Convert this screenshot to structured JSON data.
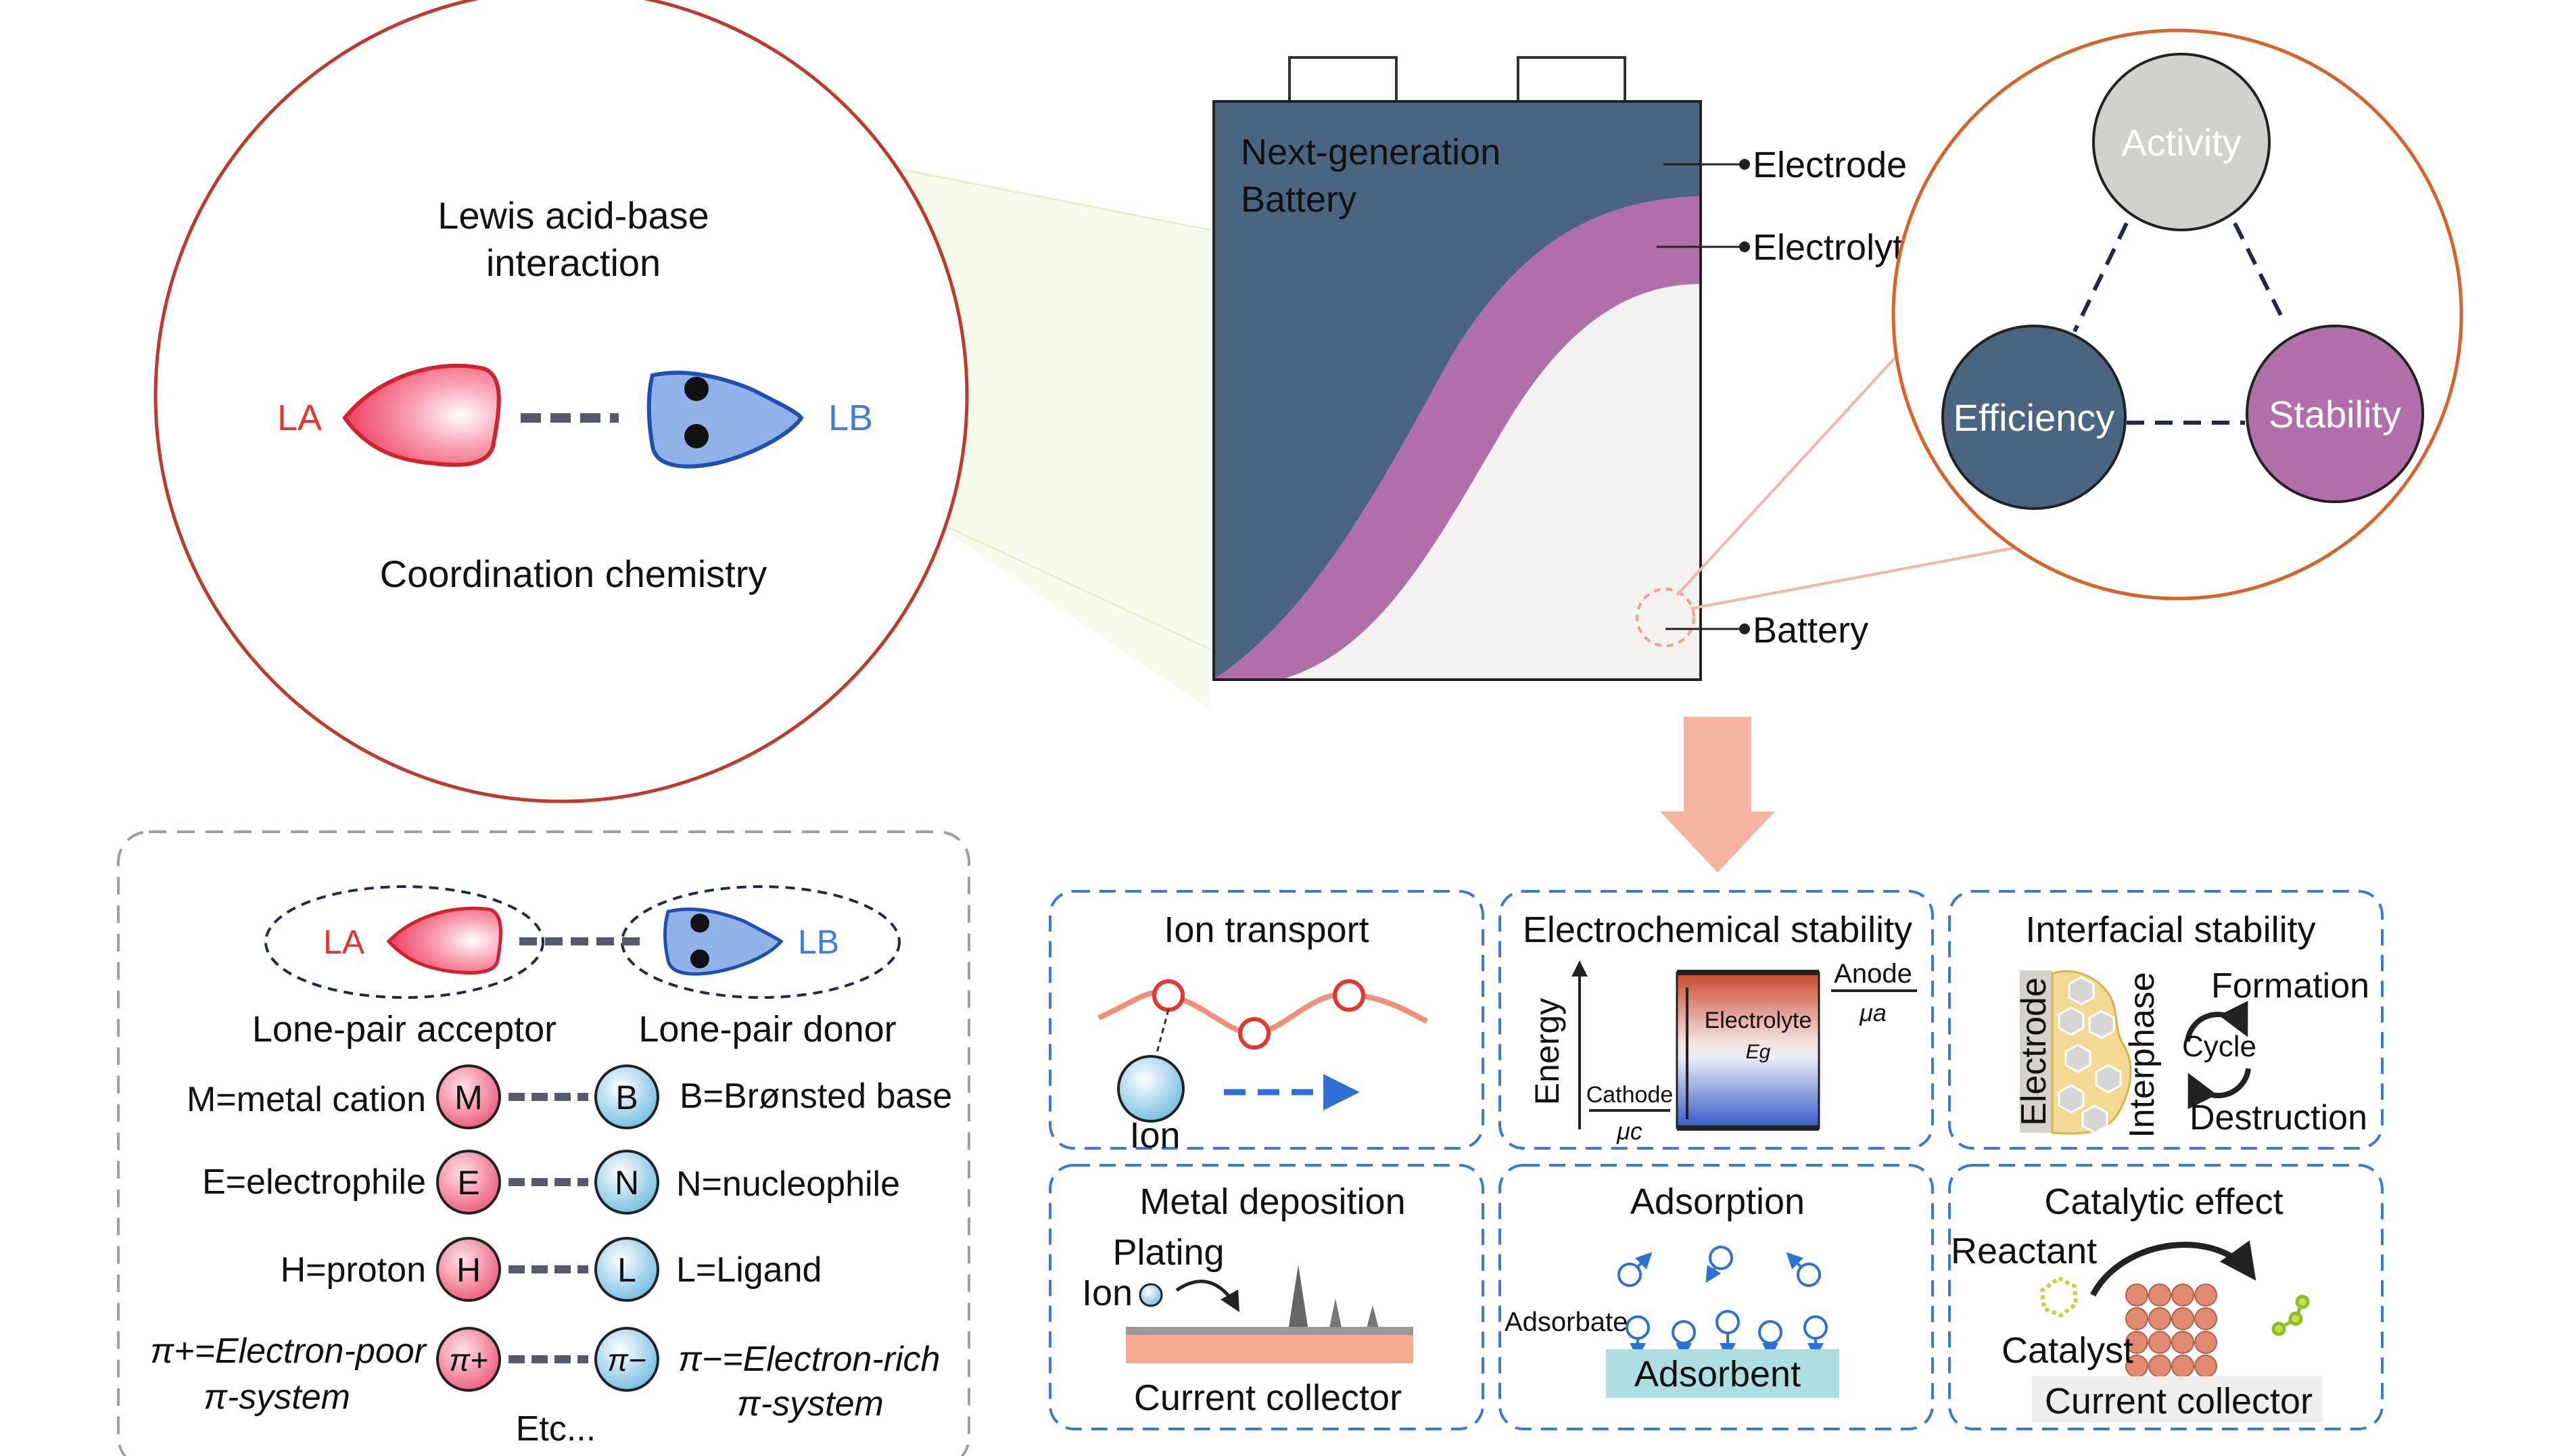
{
  "lewis_circle": {
    "title_line1": "Lewis acid-base",
    "title_line2": "interaction",
    "la": "LA",
    "lb": "LB",
    "subtitle": "Coordination chemistry"
  },
  "battery": {
    "title_line1": "Next-generation",
    "title_line2": "Battery",
    "electrode": "Electrode",
    "electrolyte": "Electrolyte",
    "battery": "Battery"
  },
  "triangle": {
    "activity": "Activity",
    "efficiency": "Efficiency",
    "stability": "Stability"
  },
  "legend": {
    "la": "LA",
    "lb": "LB",
    "acceptor": "Lone-pair acceptor",
    "donor": "Lone-pair donor",
    "rows": [
      {
        "left": "M=metal cation",
        "acid": "M",
        "base": "B",
        "right": "B=Brønsted base"
      },
      {
        "left": "E=electrophile",
        "acid": "E",
        "base": "N",
        "right": "N=nucleophile"
      },
      {
        "left": "H=proton",
        "acid": "H",
        "base": "L",
        "right": "L=Ligand"
      }
    ],
    "pi_left_1": "π+=Electron-poor",
    "pi_left_2": "π-system",
    "pi_acid": "π+",
    "pi_base": "π−",
    "pi_right_1": "π−=Electron-rich",
    "pi_right_2": "π-system",
    "etc": "Etc..."
  },
  "panels": {
    "ion_transport": {
      "title": "Ion transport",
      "ion": "Ion"
    },
    "electrochemical": {
      "title": "Electrochemical stability",
      "energy": "Energy",
      "anode": "Anode",
      "mu_a": "μa",
      "cathode": "Cathode",
      "mu_c": "μc",
      "electrolyte": "Electrolyte",
      "eg": "Eg"
    },
    "interfacial": {
      "title": "Interfacial stability",
      "electrode": "Electrode",
      "interphase": "Interphase",
      "formation": "Formation",
      "cycle": "Cycle",
      "destruction": "Destruction"
    },
    "metal_deposition": {
      "title": "Metal deposition",
      "plating": "Plating",
      "ion": "Ion",
      "collector": "Current collector"
    },
    "adsorption": {
      "title": "Adsorption",
      "adsorbate": "Adsorbate",
      "adsorbent": "Adsorbent"
    },
    "catalytic": {
      "title": "Catalytic effect",
      "reactant": "Reactant",
      "catalyst": "Catalyst",
      "collector": "Current collector"
    }
  },
  "colors": {
    "electrode": "#4a6580",
    "electrolyte": "#b06fa8",
    "accent_red": "#e8342c",
    "accent_blue": "#3b7fd6",
    "arrow": "#f5b4a0",
    "circle_border": "#c0392b",
    "panel_border": "#3a7ad6"
  }
}
